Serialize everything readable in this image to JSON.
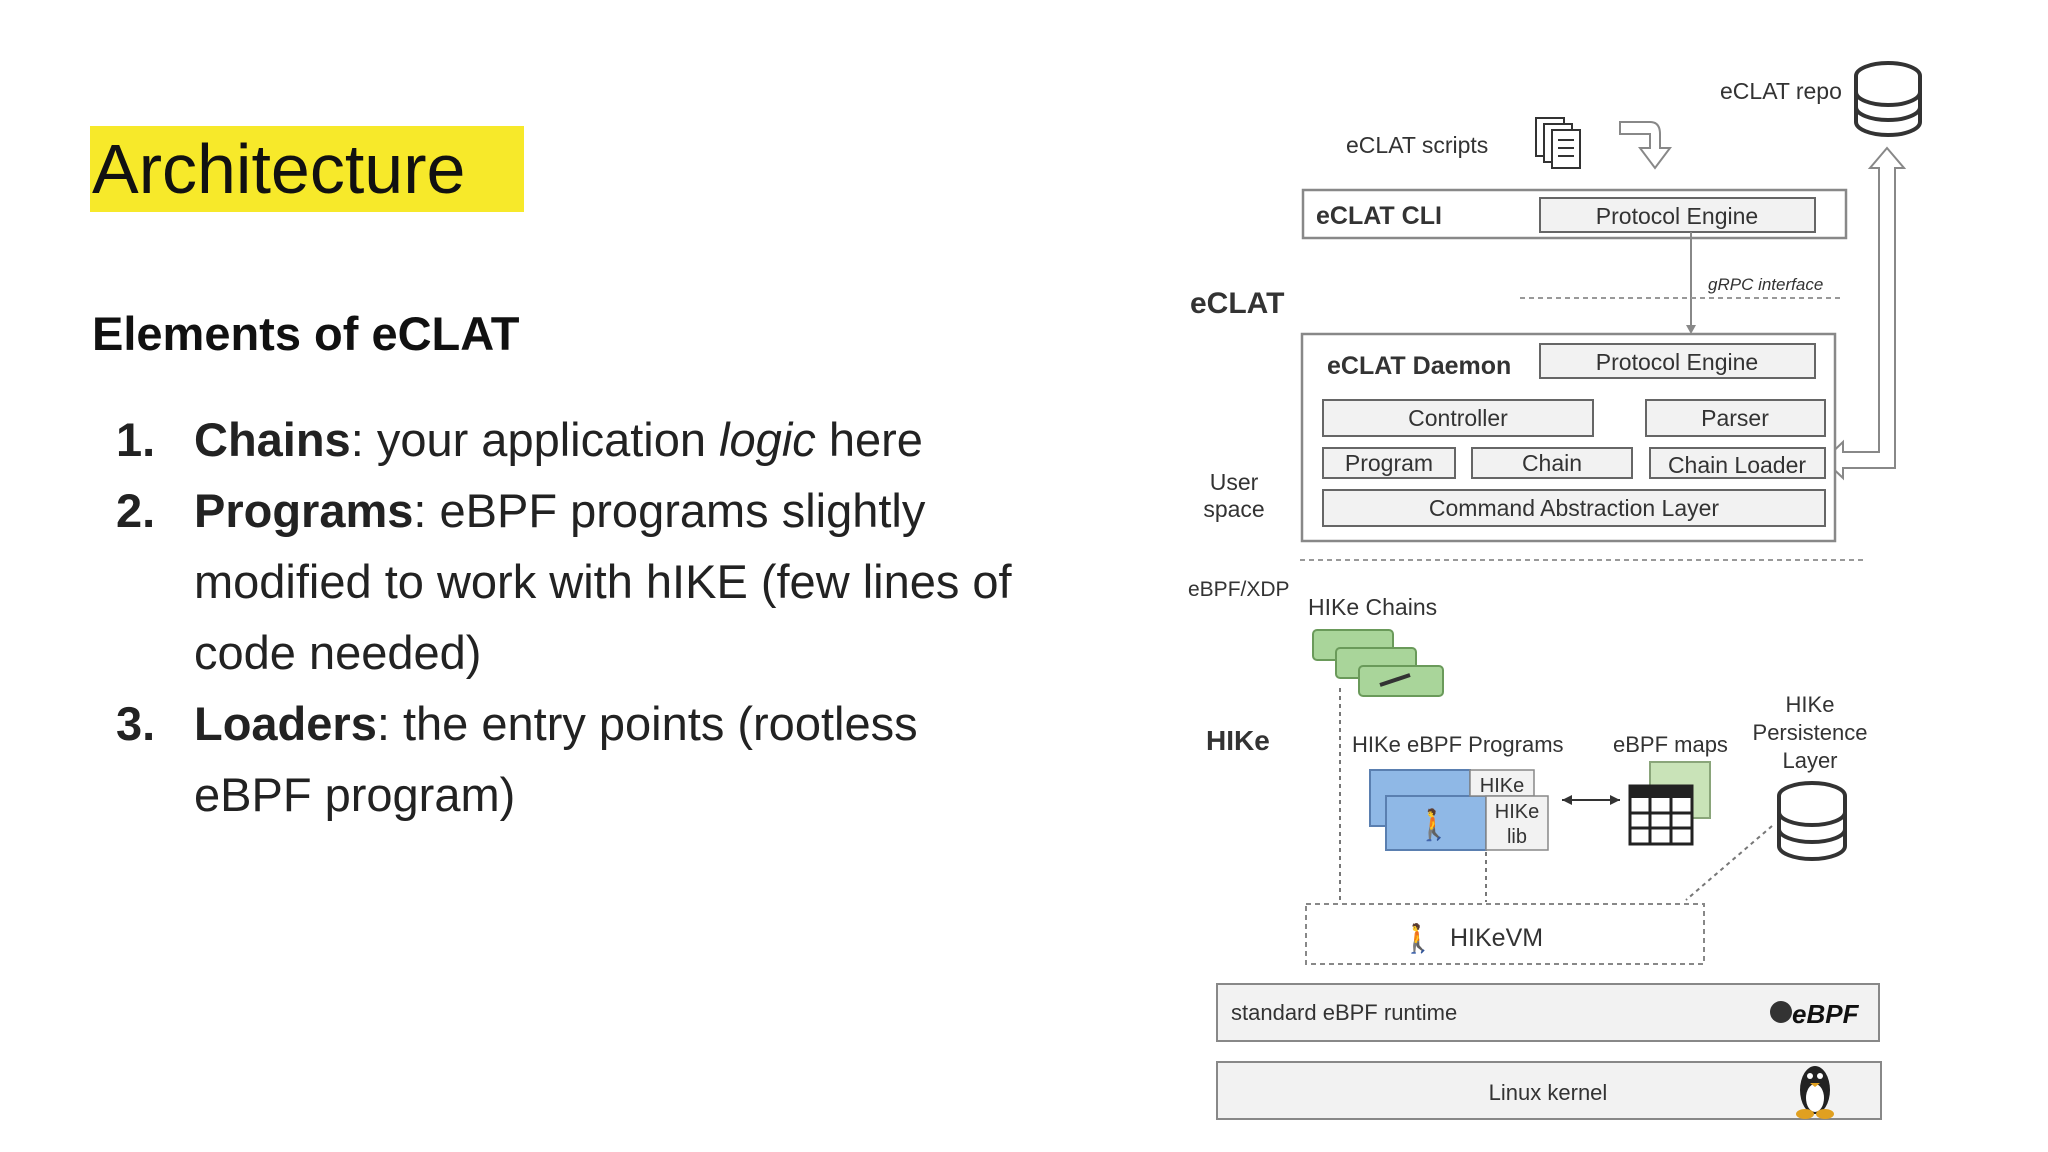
{
  "slide": {
    "title": "Architecture",
    "subtitle": "Elements of eCLAT",
    "items": [
      {
        "num": "1.",
        "bold": "Chains",
        "text_before": ": your application ",
        "italic": "logic",
        "text_after": " here"
      },
      {
        "num": "2.",
        "bold": "Programs",
        "text_before": ": eBPF programs slightly modified to work with hIKE (few lines of code needed)",
        "italic": "",
        "text_after": ""
      },
      {
        "num": "3.",
        "bold": "Loaders",
        "text_before": ": the entry points (rootless eBPF program)",
        "italic": "",
        "text_after": ""
      }
    ]
  },
  "diagram": {
    "eclat_repo": "eCLAT repo",
    "eclat_scripts": "eCLAT scripts",
    "eclat_cli": "eCLAT CLI",
    "protocol_engine": "Protocol Engine",
    "grpc": "gRPC interface",
    "eclat_label": "eCLAT",
    "daemon": "eCLAT Daemon",
    "controller": "Controller",
    "parser": "Parser",
    "program": "Program",
    "chain": "Chain",
    "chain_loader": "Chain Loader",
    "cal": "Command Abstraction Layer",
    "user_space_1": "User",
    "user_space_2": "space",
    "ebpf_xdp": "eBPF/XDP",
    "hike_chains": "HIKe Chains",
    "hike_label": "HIKe",
    "hike_programs": "HIKe eBPF Programs",
    "ebpf_maps": "eBPF maps",
    "persistence_1": "HIKe",
    "persistence_2": "Persistence",
    "persistence_3": "Layer",
    "hike_small": "HIKe",
    "hike_lib_1": "HIKe",
    "hike_lib_2": "lib",
    "hikevm": "HIKeVM",
    "runtime": "standard eBPF runtime",
    "ebpf_logo": "eBPF",
    "kernel": "Linux kernel"
  }
}
